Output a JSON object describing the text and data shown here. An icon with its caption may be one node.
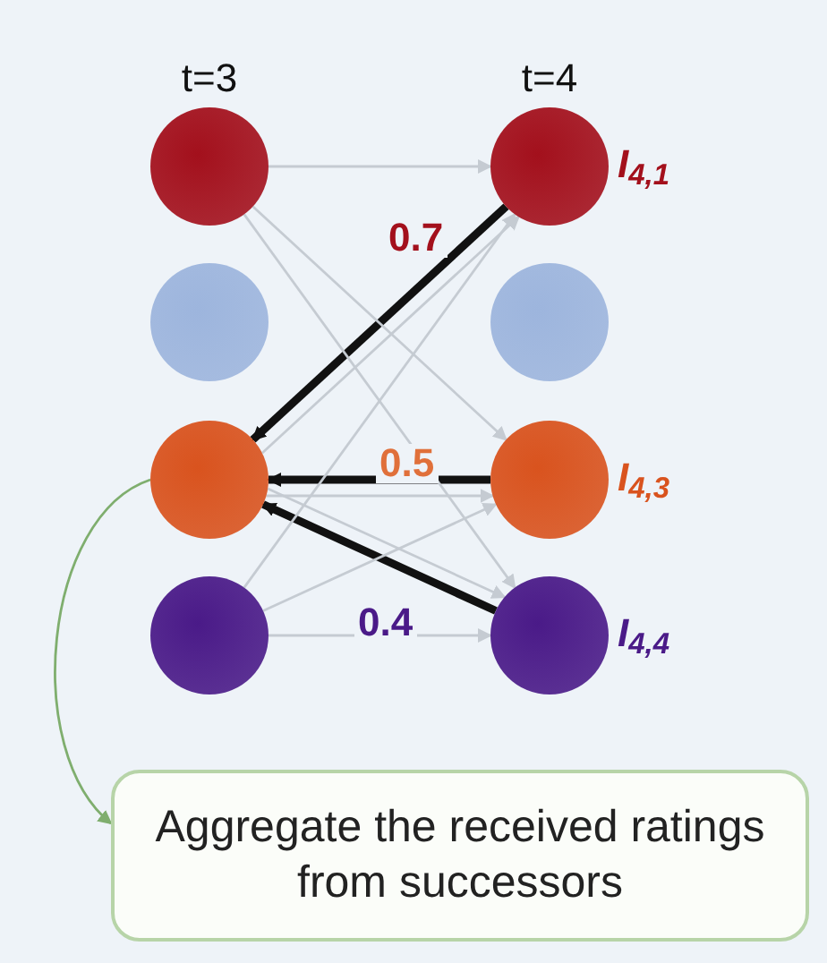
{
  "diagram": {
    "nodes": [
      {
        "text": [],
        "shape": "circle"
      },
      {
        "text": [],
        "shape": "circle"
      },
      {
        "text": [],
        "shape": "circle"
      },
      {
        "text": [],
        "shape": "circle"
      },
      {
        "text": [],
        "shape": "circle",
        "beside": [
          "I$_{4,1}$"
        ]
      },
      {
        "text": [],
        "shape": "circle"
      },
      {
        "text": [],
        "shape": "circle",
        "beside": [
          "I$_{4,3}$"
        ]
      },
      {
        "text": [],
        "shape": "circle",
        "beside": [
          "I$_{4,4}$"
        ]
      },
      {
        "text": [
          "Aggregate the received ratings from successors"
        ]
      }
    ],
    "edges": [
      {
        "from": 0,
        "to": 4,
        "arrow": "to"
      },
      {
        "from": 0,
        "to": 6,
        "arrow": "to"
      },
      {
        "from": 0,
        "to": 7,
        "arrow": "to"
      },
      {
        "from": 2,
        "to": 4,
        "arrow": "to"
      },
      {
        "from": 2,
        "to": 6,
        "arrow": "to"
      },
      {
        "from": 2,
        "to": 7,
        "arrow": "to"
      },
      {
        "from": 3,
        "to": 4,
        "arrow": "to"
      },
      {
        "from": 3,
        "to": 6,
        "arrow": "to"
      },
      {
        "from": 3,
        "to": 7,
        "arrow": "to"
      },
      {
        "from": 4,
        "to": 2,
        "arrow": "to",
        "label": "0.7",
        "style": "thick",
        "color": "#111111"
      },
      {
        "from": 6,
        "to": 2,
        "arrow": "to",
        "label": "0.5",
        "style": "thick",
        "color": "#111111"
      },
      {
        "from": 7,
        "to": 2,
        "arrow": "to",
        "label": "0.4",
        "style": "thick",
        "color": "#111111"
      },
      {
        "from": 2,
        "to": 8,
        "arrow": "to",
        "color": "#7fae6e"
      }
    ],
    "labels": [
      "t=3",
      "t=4"
    ]
  }
}
